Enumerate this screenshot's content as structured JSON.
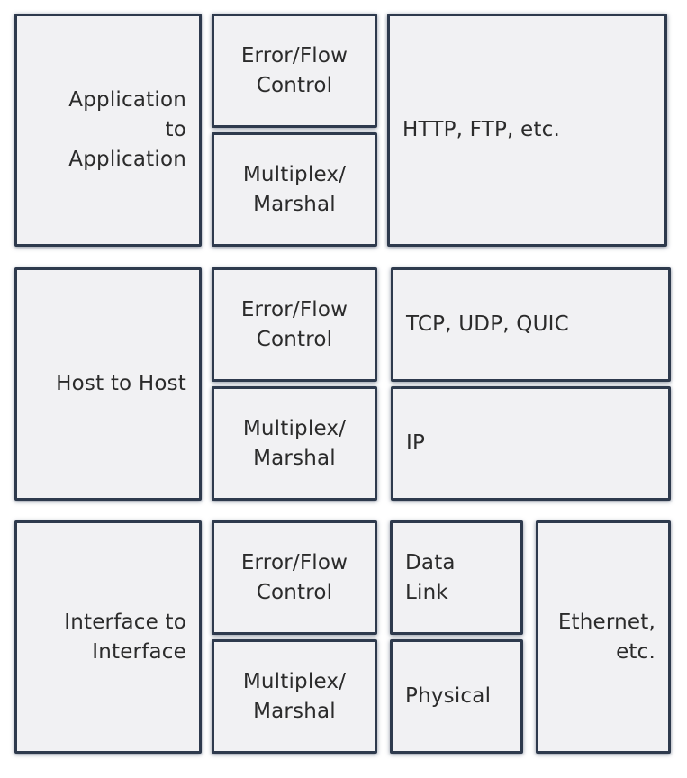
{
  "layers": [
    {
      "scope": "Application\nto\nApplication",
      "error_flow": "Error/Flow\nControl",
      "multiplex": "Multiplex/\nMarshal",
      "protocols": "HTTP, FTP, etc."
    },
    {
      "scope": "Host to Host",
      "error_flow": "Error/Flow\nControl",
      "multiplex": "Multiplex/\nMarshal",
      "protocol_upper": "TCP, UDP, QUIC",
      "protocol_lower": "IP"
    },
    {
      "scope": "Interface to\nInterface",
      "error_flow": "Error/Flow\nControl",
      "multiplex": "Multiplex/\nMarshal",
      "data_link": "Data\nLink",
      "physical": "Physical",
      "protocols": "Ethernet,\netc."
    }
  ]
}
